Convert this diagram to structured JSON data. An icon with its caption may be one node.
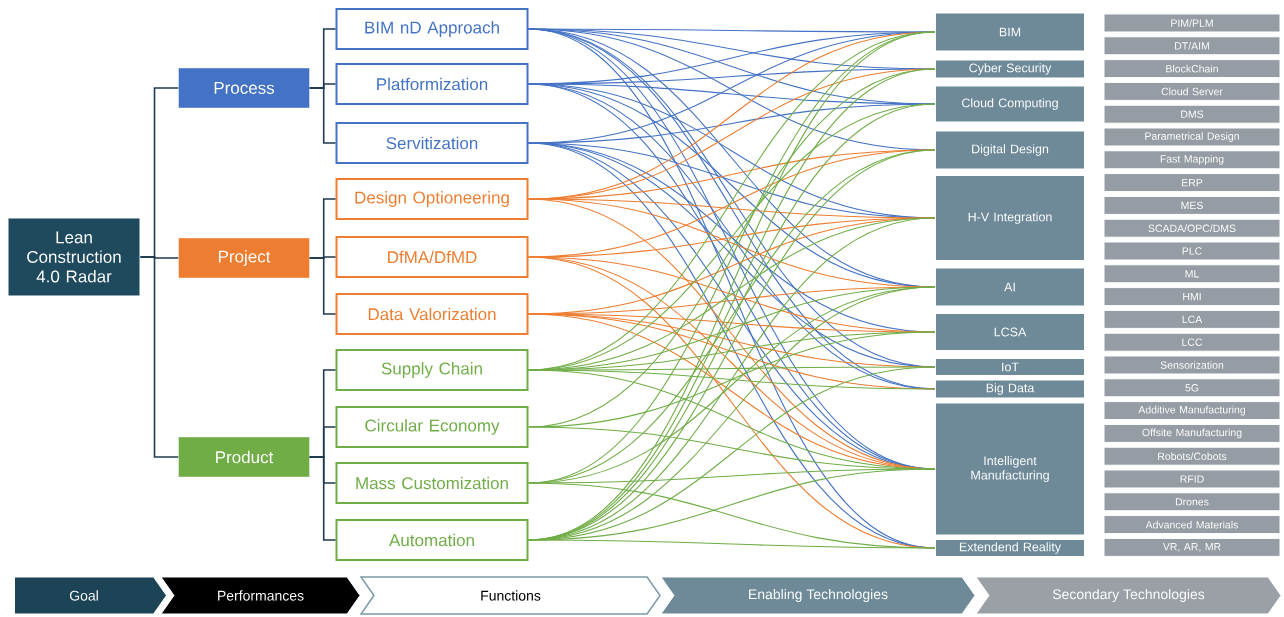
{
  "diagram": {
    "nodes": [
      {
        "text": [
          "Lean Construction 4.0 Radar"
        ]
      },
      {
        "text": [
          "Process"
        ]
      },
      {
        "text": [
          "Project"
        ]
      },
      {
        "text": [
          "Product"
        ]
      },
      {
        "text": [
          "BIM nD Approach"
        ]
      },
      {
        "text": [
          "Platformization"
        ]
      },
      {
        "text": [
          "Servitization"
        ]
      },
      {
        "text": [
          "Design Optioneering"
        ]
      },
      {
        "text": [
          "DfMA/DfMD"
        ]
      },
      {
        "text": [
          "Data Valorization"
        ]
      },
      {
        "text": [
          "Supply Chain"
        ]
      },
      {
        "text": [
          "Circular Economy"
        ]
      },
      {
        "text": [
          "Mass Customization"
        ]
      },
      {
        "text": [
          "Automation"
        ]
      },
      {
        "text": [
          "BIM"
        ]
      },
      {
        "text": [
          "Cyber Security"
        ]
      },
      {
        "text": [
          "Cloud Computing"
        ]
      },
      {
        "text": [
          "Digital Design"
        ]
      },
      {
        "text": [
          "H-V Integration"
        ]
      },
      {
        "text": [
          "AI"
        ]
      },
      {
        "text": [
          "LCSA"
        ]
      },
      {
        "text": [
          "IoT"
        ]
      },
      {
        "text": [
          "Big Data"
        ]
      },
      {
        "text": [
          "Intelligent Manufacturing"
        ]
      },
      {
        "text": [
          "Extendend Reality"
        ]
      },
      {
        "text": [
          "PIM/PLM"
        ]
      },
      {
        "text": [
          "DT/AIM"
        ]
      },
      {
        "text": [
          "BlockChain"
        ]
      },
      {
        "text": [
          "Cloud Server"
        ]
      },
      {
        "text": [
          "DMS"
        ]
      },
      {
        "text": [
          "Parametrical Design"
        ]
      },
      {
        "text": [
          "Fast Mapping"
        ]
      },
      {
        "text": [
          "ERP"
        ]
      },
      {
        "text": [
          "MES"
        ]
      },
      {
        "text": [
          "SCADA/OPC/DMS"
        ]
      },
      {
        "text": [
          "PLC"
        ]
      },
      {
        "text": [
          "ML"
        ]
      },
      {
        "text": [
          "HMI"
        ]
      },
      {
        "text": [
          "LCA"
        ]
      },
      {
        "text": [
          "LCC"
        ]
      },
      {
        "text": [
          "Sensorization"
        ]
      },
      {
        "text": [
          "5G"
        ]
      },
      {
        "text": [
          "Additive Manufacturing"
        ]
      },
      {
        "text": [
          "Offsite Manufacturing"
        ]
      },
      {
        "text": [
          "Robots/Cobots"
        ]
      },
      {
        "text": [
          "RFID"
        ]
      },
      {
        "text": [
          "Drones"
        ]
      },
      {
        "text": [
          "Advanced Materials"
        ]
      },
      {
        "text": [
          "VR, AR, MR"
        ]
      },
      {
        "text": [
          "Goal"
        ]
      },
      {
        "text": [
          "Performances"
        ]
      },
      {
        "text": [
          "Functions"
        ]
      },
      {
        "text": [
          "Enabling Technologies"
        ]
      },
      {
        "text": [
          "Secondary Technologies"
        ]
      }
    ],
    "edges": [
      {
        "from": 0,
        "to": 1,
        "arrow": "none",
        "color": "#1f3b4d"
      },
      {
        "from": 0,
        "to": 2,
        "arrow": "none",
        "color": "#1f3b4d"
      },
      {
        "from": 0,
        "to": 3,
        "arrow": "none",
        "color": "#1f3b4d"
      },
      {
        "from": 1,
        "to": 4,
        "arrow": "none",
        "color": "#1f3b4d"
      },
      {
        "from": 1,
        "to": 5,
        "arrow": "none",
        "color": "#1f3b4d"
      },
      {
        "from": 1,
        "to": 6,
        "arrow": "none",
        "color": "#1f3b4d"
      },
      {
        "from": 2,
        "to": 7,
        "arrow": "none",
        "color": "#1f3b4d"
      },
      {
        "from": 2,
        "to": 8,
        "arrow": "none",
        "color": "#1f3b4d"
      },
      {
        "from": 2,
        "to": 9,
        "arrow": "none",
        "color": "#1f3b4d"
      },
      {
        "from": 3,
        "to": 10,
        "arrow": "none",
        "color": "#1f3b4d"
      },
      {
        "from": 3,
        "to": 11,
        "arrow": "none",
        "color": "#1f3b4d"
      },
      {
        "from": 3,
        "to": 12,
        "arrow": "none",
        "color": "#1f3b4d"
      },
      {
        "from": 3,
        "to": 13,
        "arrow": "none",
        "color": "#1f3b4d"
      },
      {
        "from": 4,
        "to": 14,
        "arrow": "none",
        "color": "#4472c4"
      },
      {
        "from": 4,
        "to": 15,
        "arrow": "none",
        "color": "#4472c4"
      },
      {
        "from": 4,
        "to": 16,
        "arrow": "none",
        "color": "#4472c4"
      },
      {
        "from": 4,
        "to": 17,
        "arrow": "none",
        "color": "#4472c4"
      },
      {
        "from": 4,
        "to": 19,
        "arrow": "none",
        "color": "#4472c4"
      },
      {
        "from": 4,
        "to": 21,
        "arrow": "none",
        "color": "#4472c4"
      },
      {
        "from": 4,
        "to": 22,
        "arrow": "none",
        "color": "#4472c4"
      },
      {
        "from": 4,
        "to": 23,
        "arrow": "none",
        "color": "#4472c4"
      },
      {
        "from": 4,
        "to": 24,
        "arrow": "none",
        "color": "#4472c4"
      },
      {
        "from": 5,
        "to": 14,
        "arrow": "none",
        "color": "#4472c4"
      },
      {
        "from": 5,
        "to": 15,
        "arrow": "none",
        "color": "#4472c4"
      },
      {
        "from": 5,
        "to": 16,
        "arrow": "none",
        "color": "#4472c4"
      },
      {
        "from": 5,
        "to": 18,
        "arrow": "none",
        "color": "#4472c4"
      },
      {
        "from": 5,
        "to": 19,
        "arrow": "none",
        "color": "#4472c4"
      },
      {
        "from": 5,
        "to": 22,
        "arrow": "none",
        "color": "#4472c4"
      },
      {
        "from": 5,
        "to": 23,
        "arrow": "none",
        "color": "#4472c4"
      },
      {
        "from": 6,
        "to": 14,
        "arrow": "none",
        "color": "#4472c4"
      },
      {
        "from": 6,
        "to": 16,
        "arrow": "none",
        "color": "#4472c4"
      },
      {
        "from": 6,
        "to": 18,
        "arrow": "none",
        "color": "#4472c4"
      },
      {
        "from": 6,
        "to": 20,
        "arrow": "none",
        "color": "#4472c4"
      },
      {
        "from": 6,
        "to": 21,
        "arrow": "none",
        "color": "#4472c4"
      },
      {
        "from": 6,
        "to": 23,
        "arrow": "none",
        "color": "#4472c4"
      },
      {
        "from": 6,
        "to": 24,
        "arrow": "none",
        "color": "#4472c4"
      },
      {
        "from": 7,
        "to": 14,
        "arrow": "none",
        "color": "#ed7d31"
      },
      {
        "from": 7,
        "to": 15,
        "arrow": "none",
        "color": "#ed7d31"
      },
      {
        "from": 7,
        "to": 17,
        "arrow": "none",
        "color": "#ed7d31"
      },
      {
        "from": 7,
        "to": 18,
        "arrow": "none",
        "color": "#ed7d31"
      },
      {
        "from": 7,
        "to": 19,
        "arrow": "none",
        "color": "#ed7d31"
      },
      {
        "from": 7,
        "to": 23,
        "arrow": "none",
        "color": "#ed7d31"
      },
      {
        "from": 8,
        "to": 17,
        "arrow": "none",
        "color": "#ed7d31"
      },
      {
        "from": 8,
        "to": 18,
        "arrow": "none",
        "color": "#ed7d31"
      },
      {
        "from": 8,
        "to": 20,
        "arrow": "none",
        "color": "#ed7d31"
      },
      {
        "from": 8,
        "to": 23,
        "arrow": "none",
        "color": "#ed7d31"
      },
      {
        "from": 8,
        "to": 24,
        "arrow": "none",
        "color": "#ed7d31"
      },
      {
        "from": 9,
        "to": 18,
        "arrow": "none",
        "color": "#ed7d31"
      },
      {
        "from": 9,
        "to": 19,
        "arrow": "none",
        "color": "#ed7d31"
      },
      {
        "from": 9,
        "to": 20,
        "arrow": "none",
        "color": "#ed7d31"
      },
      {
        "from": 9,
        "to": 21,
        "arrow": "none",
        "color": "#ed7d31"
      },
      {
        "from": 9,
        "to": 22,
        "arrow": "none",
        "color": "#ed7d31"
      },
      {
        "from": 9,
        "to": 23,
        "arrow": "none",
        "color": "#ed7d31"
      },
      {
        "from": 10,
        "to": 14,
        "arrow": "none",
        "color": "#70ad47"
      },
      {
        "from": 10,
        "to": 16,
        "arrow": "none",
        "color": "#70ad47"
      },
      {
        "from": 10,
        "to": 18,
        "arrow": "none",
        "color": "#70ad47"
      },
      {
        "from": 10,
        "to": 19,
        "arrow": "none",
        "color": "#70ad47"
      },
      {
        "from": 10,
        "to": 20,
        "arrow": "none",
        "color": "#70ad47"
      },
      {
        "from": 10,
        "to": 21,
        "arrow": "none",
        "color": "#70ad47"
      },
      {
        "from": 10,
        "to": 22,
        "arrow": "none",
        "color": "#70ad47"
      },
      {
        "from": 10,
        "to": 23,
        "arrow": "none",
        "color": "#70ad47"
      },
      {
        "from": 11,
        "to": 15,
        "arrow": "none",
        "color": "#70ad47"
      },
      {
        "from": 11,
        "to": 20,
        "arrow": "none",
        "color": "#70ad47"
      },
      {
        "from": 11,
        "to": 23,
        "arrow": "none",
        "color": "#70ad47"
      },
      {
        "from": 12,
        "to": 14,
        "arrow": "none",
        "color": "#70ad47"
      },
      {
        "from": 12,
        "to": 17,
        "arrow": "none",
        "color": "#70ad47"
      },
      {
        "from": 12,
        "to": 19,
        "arrow": "none",
        "color": "#70ad47"
      },
      {
        "from": 12,
        "to": 23,
        "arrow": "none",
        "color": "#70ad47"
      },
      {
        "from": 12,
        "to": 24,
        "arrow": "none",
        "color": "#70ad47"
      },
      {
        "from": 13,
        "to": 14,
        "arrow": "none",
        "color": "#70ad47"
      },
      {
        "from": 13,
        "to": 15,
        "arrow": "none",
        "color": "#70ad47"
      },
      {
        "from": 13,
        "to": 16,
        "arrow": "none",
        "color": "#70ad47"
      },
      {
        "from": 13,
        "to": 17,
        "arrow": "none",
        "color": "#70ad47"
      },
      {
        "from": 13,
        "to": 18,
        "arrow": "none",
        "color": "#70ad47"
      },
      {
        "from": 13,
        "to": 19,
        "arrow": "none",
        "color": "#70ad47"
      },
      {
        "from": 13,
        "to": 21,
        "arrow": "none",
        "color": "#70ad47"
      },
      {
        "from": 13,
        "to": 23,
        "arrow": "none",
        "color": "#70ad47"
      },
      {
        "from": 13,
        "to": 24,
        "arrow": "none",
        "color": "#70ad47"
      }
    ]
  }
}
